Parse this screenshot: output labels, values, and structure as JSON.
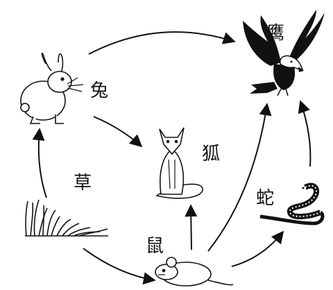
{
  "organisms": {
    "eagle": "鹰",
    "rabbit": "兔",
    "fox": "狐",
    "grass": "草",
    "mouse": "鼠",
    "snake": "蛇"
  },
  "food_chain_links": [
    {
      "from": "草",
      "to": "兔"
    },
    {
      "from": "草",
      "to": "鼠"
    },
    {
      "from": "兔",
      "to": "鹰"
    },
    {
      "from": "兔",
      "to": "狐"
    },
    {
      "from": "鼠",
      "to": "狐"
    },
    {
      "from": "鼠",
      "to": "鹰"
    },
    {
      "from": "鼠",
      "to": "蛇"
    },
    {
      "from": "蛇",
      "to": "鹰"
    }
  ],
  "colors": {
    "line": "#111111",
    "background": "#ffffff"
  }
}
